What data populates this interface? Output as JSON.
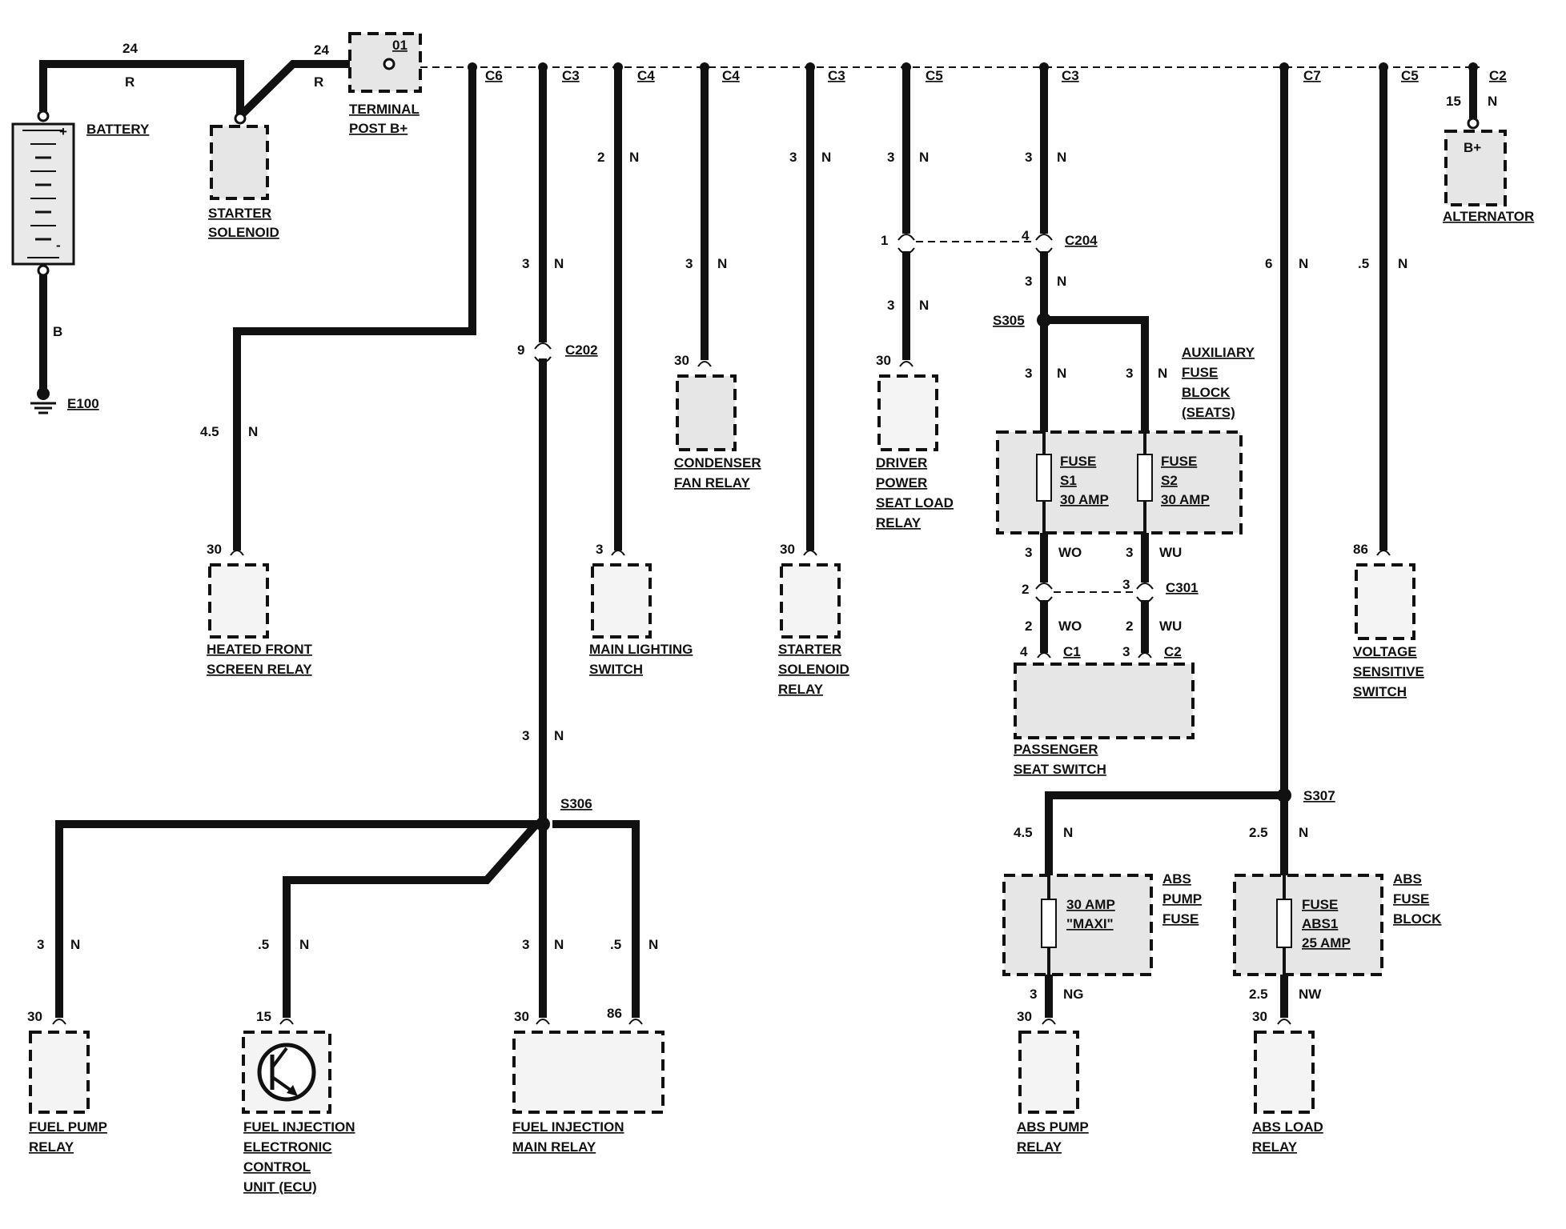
{
  "components": {
    "battery": "BATTERY",
    "battery_plus": "+",
    "battery_minus": "-",
    "ground": "E100",
    "starter_solenoid": [
      "STARTER",
      "SOLENOID"
    ],
    "terminal_post": [
      "TERMINAL",
      "POST B+"
    ],
    "terminal_post_id": "01",
    "alternator": "ALTERNATOR",
    "alternator_terminal": "B+",
    "heated_front_screen_relay": [
      "HEATED FRONT",
      "SCREEN RELAY"
    ],
    "main_lighting_switch": [
      "MAIN LIGHTING",
      "SWITCH"
    ],
    "condenser_fan_relay": [
      "CONDENSER",
      "FAN RELAY"
    ],
    "starter_solenoid_relay": [
      "STARTER",
      "SOLENOID",
      "RELAY"
    ],
    "driver_power_seat_load_relay": [
      "DRIVER",
      "POWER",
      "SEAT LOAD",
      "RELAY"
    ],
    "auxiliary_fuse_block": [
      "AUXILIARY",
      "FUSE",
      "BLOCK",
      "(SEATS)"
    ],
    "fuse_s1": [
      "FUSE",
      "S1",
      "30 AMP"
    ],
    "fuse_s2": [
      "FUSE",
      "S2",
      "30 AMP"
    ],
    "passenger_seat_switch": [
      "PASSENGER",
      "SEAT SWITCH"
    ],
    "voltage_sensitive_switch": [
      "VOLTAGE",
      "SENSITIVE",
      "SWITCH"
    ],
    "abs_pump_fuse": [
      "ABS",
      "PUMP",
      "FUSE"
    ],
    "abs_pump_fuse_rating": [
      "30 AMP",
      "\"MAXI\""
    ],
    "abs_fuse_block": [
      "ABS",
      "FUSE",
      "BLOCK"
    ],
    "fuse_abs1": [
      "FUSE",
      "ABS1",
      "25 AMP"
    ],
    "abs_pump_relay": [
      "ABS PUMP",
      "RELAY"
    ],
    "abs_load_relay": [
      "ABS LOAD",
      "RELAY"
    ],
    "fuel_pump_relay": [
      "FUEL PUMP",
      "RELAY"
    ],
    "ecu": [
      "FUEL INJECTION",
      "ELECTRONIC",
      "CONTROL",
      "UNIT (ECU)"
    ],
    "fuel_injection_main_relay": [
      "FUEL INJECTION",
      "MAIN RELAY"
    ]
  },
  "connectors": {
    "c6": "C6",
    "c3": "C3",
    "c4": "C4",
    "c5": "C5",
    "c7": "C7",
    "c2": "C2",
    "c1": "C1",
    "c202": "C202",
    "c204": "C204",
    "c301": "C301",
    "s305": "S305",
    "s306": "S306",
    "s307": "S307"
  },
  "wire_sizes": {
    "w24": "24",
    "w3": "3",
    "w2": "2",
    "w6": "6",
    "w05": ".5",
    "w45": "4.5",
    "w25": "2.5"
  },
  "wire_colors": {
    "R": "R",
    "B": "B",
    "N": "N",
    "WO": "WO",
    "WU": "WU",
    "NG": "NG",
    "NW": "NW"
  },
  "pins": {
    "p30": "30",
    "p15": "15",
    "p86": "86",
    "p3": "3",
    "p9": "9",
    "p1": "1",
    "p4": "4",
    "p2": "2"
  }
}
